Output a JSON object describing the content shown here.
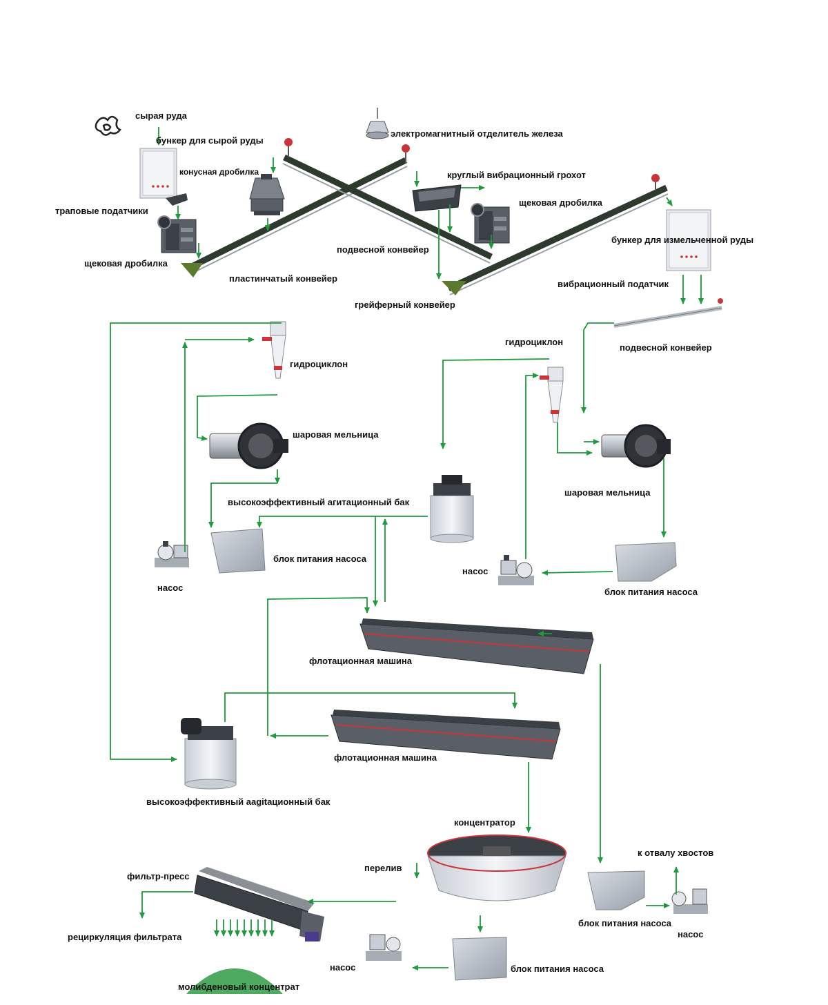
{
  "colors": {
    "flow": "#1f9a3c",
    "conveyor_belt": "#2d3a2d",
    "machine_grey": "#8a8f96",
    "machine_dark": "#3b3f46",
    "tank_body": "#dfe3e8",
    "accent_red": "#c8343a"
  },
  "labels": {
    "raw_ore": "сырая руда",
    "raw_ore_bin": "бункер для сырой руды",
    "electromagnetic_separator": "электромагнитный отделитель железа",
    "cone_crusher": "конусная дробилка",
    "circular_vibrating_screen": "круглый вибрационный грохот",
    "trap_feeders": "траповые податчики",
    "jaw_crusher_right": "щековая дробилка",
    "hanging_conveyor_top": "подвесной конвейер",
    "crushed_ore_bin": "бункер для измельченной руды",
    "jaw_crusher_left": "щековая дробилка",
    "plate_conveyor": "пластинчатый конвейер",
    "vibrating_feeder": "вибрационный податчик",
    "grab_conveyor": "грейферный конвейер",
    "hanging_conveyor_right": "подвесной конвейер",
    "hydrocyclone_left": "гидроциклон",
    "hydrocyclone_right": "гидроциклон",
    "ball_mill_left": "шаровая мельница",
    "ball_mill_right": "шаровая мельница",
    "agitation_tank_top": "высокоэффективный агитационный бак",
    "pump_feed_block_left": "блок питания насоса",
    "pump_right_top": "насос",
    "pump_left": "насос",
    "pump_feed_block_right": "блок питания насоса",
    "flotation_machine_1": "флотационная машина",
    "flotation_machine_2": "флотационная машина",
    "agitation_tank_bottom": "высокоэффективный aagitационный бак",
    "concentrator": "концентратор",
    "tailings_dump": "к отвалу хвостов",
    "overflow": "перелив",
    "filter_press": "фильтр-пресс",
    "pump_feed_block_tailings": "блок питания насоса",
    "pump_tailings": "насос",
    "filtrate_recycling": "рециркуляция фильтрата",
    "pump_bottom": "насос",
    "pump_feed_block_bottom": "блок питания насоса",
    "molybdenum_concentrate": "молибденовый концентрат"
  }
}
